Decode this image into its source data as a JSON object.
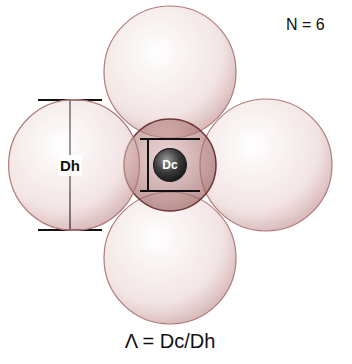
{
  "diagram": {
    "nodes": [
      {
        "text": [
          "Dh"
        ]
      },
      {
        "text": [
          "Dc"
        ]
      }
    ],
    "labels": [
      "N = 6",
      "Λ = Dc/Dh"
    ]
  }
}
